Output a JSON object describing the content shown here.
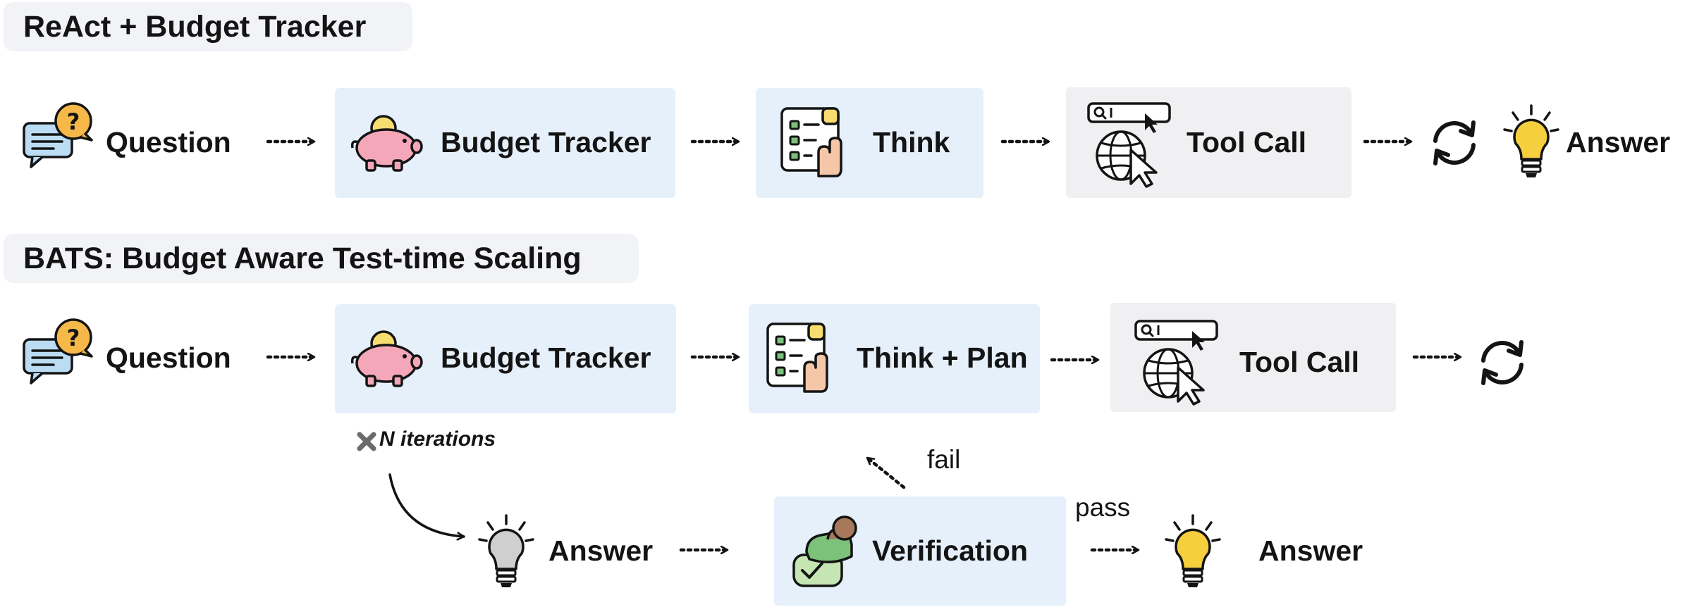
{
  "colors": {
    "section_bg": "#f1f3f6",
    "box_blue": "#e6f0fb",
    "box_gray": "#f0f0f2",
    "stroke": "#141414",
    "bulb_yellow": "#f6cf3e",
    "bulb_gray": "#cfcfcf",
    "piggy_pink": "#f4a7b8",
    "coin_yellow": "#f7dc6f",
    "bubble_orange": "#f7b84a",
    "bubble_blue": "#bcdcf4",
    "check_green": "#7cc27a"
  },
  "react": {
    "title": "ReAct + Budget Tracker",
    "steps": {
      "question": "Question",
      "budget": "Budget Tracker",
      "think": "Think",
      "tool": "Tool Call",
      "answer": "Answer"
    }
  },
  "bats": {
    "title": "BATS: Budget Aware Test-time Scaling",
    "steps": {
      "question": "Question",
      "budget": "Budget Tracker",
      "think_plan": "Think + Plan",
      "tool": "Tool Call",
      "iterations": "N iterations",
      "answer_candidate": "Answer",
      "verification": "Verification",
      "fail": "fail",
      "pass": "pass",
      "answer_final": "Answer"
    }
  },
  "icons": [
    "chat-question-icon",
    "piggy-bank-icon",
    "checklist-hand-icon",
    "web-search-icon",
    "refresh-loop-icon",
    "lightbulb-icon",
    "cross-icon",
    "stamp-check-icon"
  ]
}
